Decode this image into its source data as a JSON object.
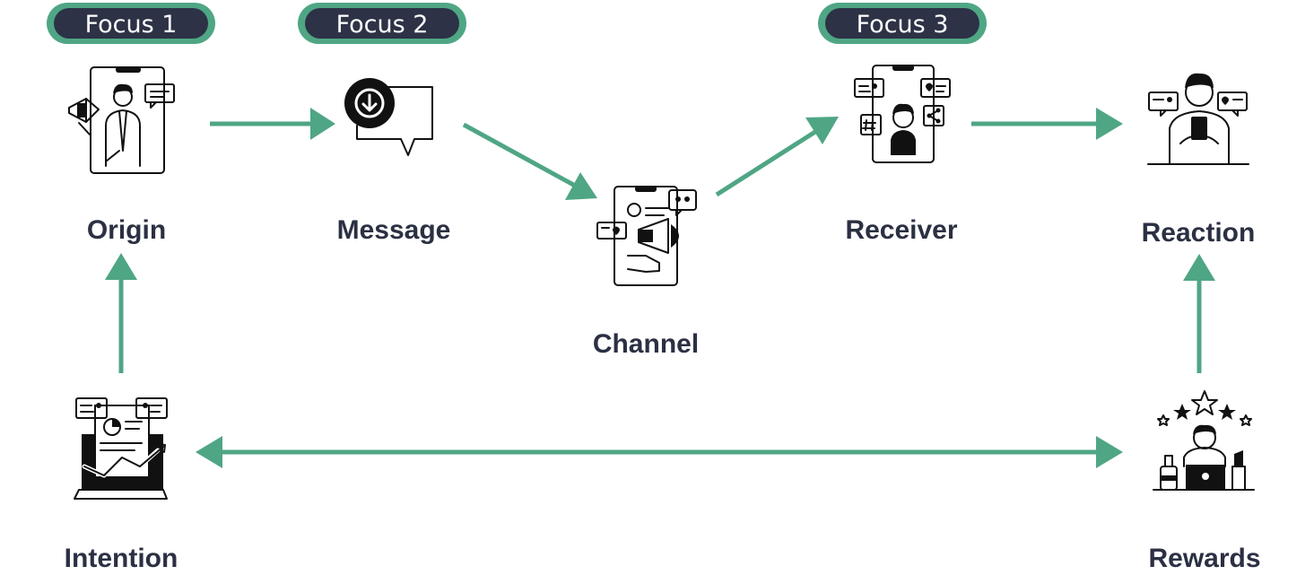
{
  "colors": {
    "accent": "#4fa684",
    "badge_bg": "#2d3246",
    "label": "#2b3043"
  },
  "badges": [
    {
      "id": "focus1",
      "label": "Focus 1"
    },
    {
      "id": "focus2",
      "label": "Focus 2"
    },
    {
      "id": "focus3",
      "label": "Focus 3"
    }
  ],
  "nodes": {
    "origin": {
      "label": "Origin",
      "icon": "speaker-on-phone-icon"
    },
    "message": {
      "label": "Message",
      "icon": "message-download-icon"
    },
    "channel": {
      "label": "Channel",
      "icon": "megaphone-phone-icon"
    },
    "receiver": {
      "label": "Receiver",
      "icon": "social-receiver-icon"
    },
    "reaction": {
      "label": "Reaction",
      "icon": "person-with-phone-icon"
    },
    "intention": {
      "label": "Intention",
      "icon": "analytics-laptop-icon"
    },
    "rewards": {
      "label": "Rewards",
      "icon": "stars-rewards-icon"
    }
  }
}
